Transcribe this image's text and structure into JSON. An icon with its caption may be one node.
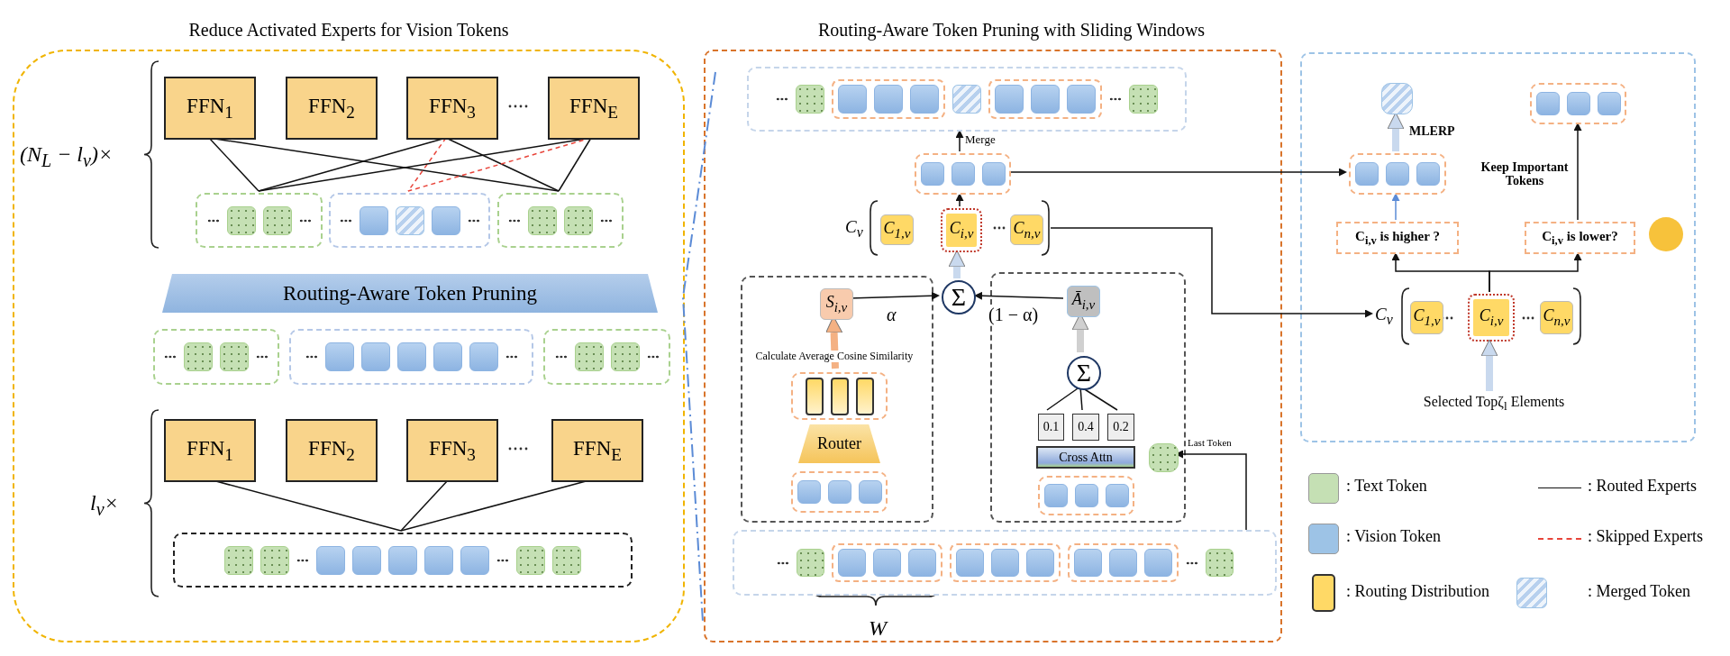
{
  "diagram": {
    "nodes": [
      {
        "text": [
          "Reduce Activated Experts for Vision Tokens"
        ]
      },
      {
        "text": [
          "FFN$_{1}$"
        ],
        "in": 0
      },
      {
        "text": [
          "FFN$_{2}$"
        ],
        "in": 0
      },
      {
        "text": [
          "FFN$_{3}$"
        ],
        "in": 0
      },
      {
        "text": [
          "FFN$_{E}$"
        ],
        "in": 0
      },
      {
        "text": [],
        "shape": "box",
        "in": 0
      },
      {
        "text": [],
        "shape": "box",
        "in": 0
      },
      {
        "text": [],
        "shape": "box",
        "in": 0
      },
      {
        "text": [
          "Routing-Aware Token Pruning"
        ],
        "in": 0
      },
      {
        "text": [],
        "shape": "box",
        "in": 0
      },
      {
        "text": [],
        "shape": "box",
        "in": 0
      },
      {
        "text": [],
        "shape": "box",
        "in": 0
      },
      {
        "text": [
          "FFN$_{1}$"
        ],
        "in": 0
      },
      {
        "text": [
          "FFN$_{2}$"
        ],
        "in": 0
      },
      {
        "text": [
          "FFN$_{3}$"
        ],
        "in": 0
      },
      {
        "text": [
          "FFN$_{E}$"
        ],
        "in": 0
      },
      {
        "text": [],
        "shape": "box",
        "in": 0
      },
      {
        "text": [
          "Routing-Aware Token Pruning with Sliding Windows"
        ]
      },
      {
        "text": [],
        "shape": "box",
        "in": 17
      },
      {
        "text": [],
        "shape": "box",
        "in": 18
      },
      {
        "text": [],
        "shape": "box",
        "in": 18
      },
      {
        "text": [
          "C$_{v}$"
        ],
        "in": 18
      },
      {
        "text": [
          "C$_{1,v}$"
        ],
        "in": 21
      },
      {
        "text": [
          "C$_{i,v}$"
        ],
        "in": 21
      },
      {
        "text": [
          "C$_{n,v}$"
        ],
        "in": 21
      },
      {
        "text": [
          "Σ"
        ],
        "in": 18
      },
      {
        "text": [],
        "shape": "box",
        "in": 18
      },
      {
        "text": [
          "S$_{i,v}$"
        ],
        "in": 26
      },
      {
        "text": [],
        "shape": "box",
        "in": 26
      },
      {
        "text": [
          "Router"
        ],
        "in": 26
      },
      {
        "text": [],
        "shape": "box",
        "in": 26
      },
      {
        "text": [],
        "shape": "box",
        "in": 18
      },
      {
        "text": [
          "Ā$_{i,v}$"
        ],
        "in": 31
      },
      {
        "text": [
          "Σ"
        ],
        "in": 31
      },
      {
        "text": [
          "0.1"
        ],
        "in": 31
      },
      {
        "text": [
          "0.4"
        ],
        "in": 31
      },
      {
        "text": [
          "0.2"
        ],
        "in": 31
      },
      {
        "text": [
          "Cross Attn"
        ],
        "in": 31
      },
      {
        "text": [],
        "shape": "box",
        "in": 31
      },
      {
        "text": [],
        "shape": "box",
        "in": 31
      },
      {
        "text": [],
        "shape": "box",
        "in": 18
      },
      {
        "text": [],
        "shape": "box",
        "in": 17
      },
      {
        "text": [],
        "shape": "box",
        "in": 41
      },
      {
        "text": [],
        "shape": "box",
        "in": 41
      },
      {
        "text": [],
        "shape": "box",
        "in": 41
      },
      {
        "text": [
          "C$_{i,v}$ is higher ?"
        ],
        "in": 41
      },
      {
        "text": [
          "C$_{i,v}$ is lower?"
        ],
        "in": 41
      },
      {
        "text": [
          "C$_{v}$"
        ],
        "in": 41
      },
      {
        "text": [
          "C$_{1,v}$"
        ],
        "in": 47
      },
      {
        "text": [
          "C$_{i,v}$"
        ],
        "in": 47
      },
      {
        "text": [
          "C$_{n,v}$"
        ],
        "in": 47
      },
      {
        "text": [
          "Selected Topζ$_{l}$ Elements"
        ],
        "in": 41
      }
    ],
    "edges": [
      {
        "from": 1,
        "to": 5,
        "arrow": "none"
      },
      {
        "from": 1,
        "to": 7,
        "arrow": "none"
      },
      {
        "from": 3,
        "to": 5,
        "arrow": "none"
      },
      {
        "from": 3,
        "to": 6,
        "arrow": "none",
        "style": "dashed",
        "color": "#e8443a"
      },
      {
        "from": 3,
        "to": 7,
        "arrow": "none"
      },
      {
        "from": 4,
        "to": 5,
        "arrow": "none"
      },
      {
        "from": 4,
        "to": 6,
        "arrow": "none",
        "style": "dashed",
        "color": "#e8443a"
      },
      {
        "from": 4,
        "to": 7,
        "arrow": "none"
      },
      {
        "from": 12,
        "to": 16,
        "arrow": "none"
      },
      {
        "from": 14,
        "to": 16,
        "arrow": "none"
      },
      {
        "from": 15,
        "to": 16,
        "arrow": "none"
      },
      {
        "from": 20,
        "to": 19,
        "label": "Merge",
        "arrow": "to"
      },
      {
        "from": 23,
        "to": 20,
        "arrow": "to"
      },
      {
        "from": 25,
        "to": 23,
        "arrow": "to",
        "style": "thick",
        "color": "#c9d9ee"
      },
      {
        "from": 27,
        "to": 25,
        "label": "α",
        "arrow": "to"
      },
      {
        "from": 32,
        "to": 25,
        "label": "(1 − α)",
        "arrow": "to"
      },
      {
        "from": 28,
        "to": 27,
        "label": "Calculate Average Cosine Similarity",
        "arrow": "to",
        "style": "thick",
        "color": "#f4b183"
      },
      {
        "from": 33,
        "to": 32,
        "arrow": "to",
        "style": "thick",
        "color": "#d0d0d0"
      },
      {
        "from": 34,
        "to": 33,
        "arrow": "none"
      },
      {
        "from": 35,
        "to": 33,
        "arrow": "none"
      },
      {
        "from": 36,
        "to": 33,
        "arrow": "none"
      },
      {
        "from": 40,
        "to": 39,
        "label": "Last Token",
        "arrow": "to"
      },
      {
        "from": 21,
        "to": 47,
        "arrow": "to"
      },
      {
        "from": 20,
        "to": 43,
        "arrow": "to"
      },
      {
        "from": 43,
        "to": 42,
        "label": "MLERP",
        "arrow": "to",
        "style": "thick",
        "color": "#c9d9ee"
      },
      {
        "from": 45,
        "to": 43,
        "arrow": "to",
        "color": "#5b8bd6"
      },
      {
        "from": 46,
        "to": 44,
        "label": "Keep Important Tokens",
        "arrow": "to"
      },
      {
        "from": 49,
        "to": 45,
        "arrow": "to"
      },
      {
        "from": 49,
        "to": 46,
        "arrow": "to"
      },
      {
        "from": 51,
        "to": 49,
        "arrow": "to",
        "style": "thick",
        "color": "#c9d9ee"
      }
    ],
    "labels": [
      "(N$_{L}$ − l$_{v}$)×",
      "l$_{v}$×",
      "W"
    ],
    "legend": [
      {
        "text": ": Text Token",
        "color": "#c5e0b4"
      },
      {
        "text": ": Routed Experts"
      },
      {
        "text": ": Vision Token",
        "color": "#9dc3e6"
      },
      {
        "text": ": Skipped Experts"
      },
      {
        "text": ": Routing Distribution",
        "color": "#ffd966"
      },
      {
        "text": ": Merged Token"
      }
    ]
  }
}
